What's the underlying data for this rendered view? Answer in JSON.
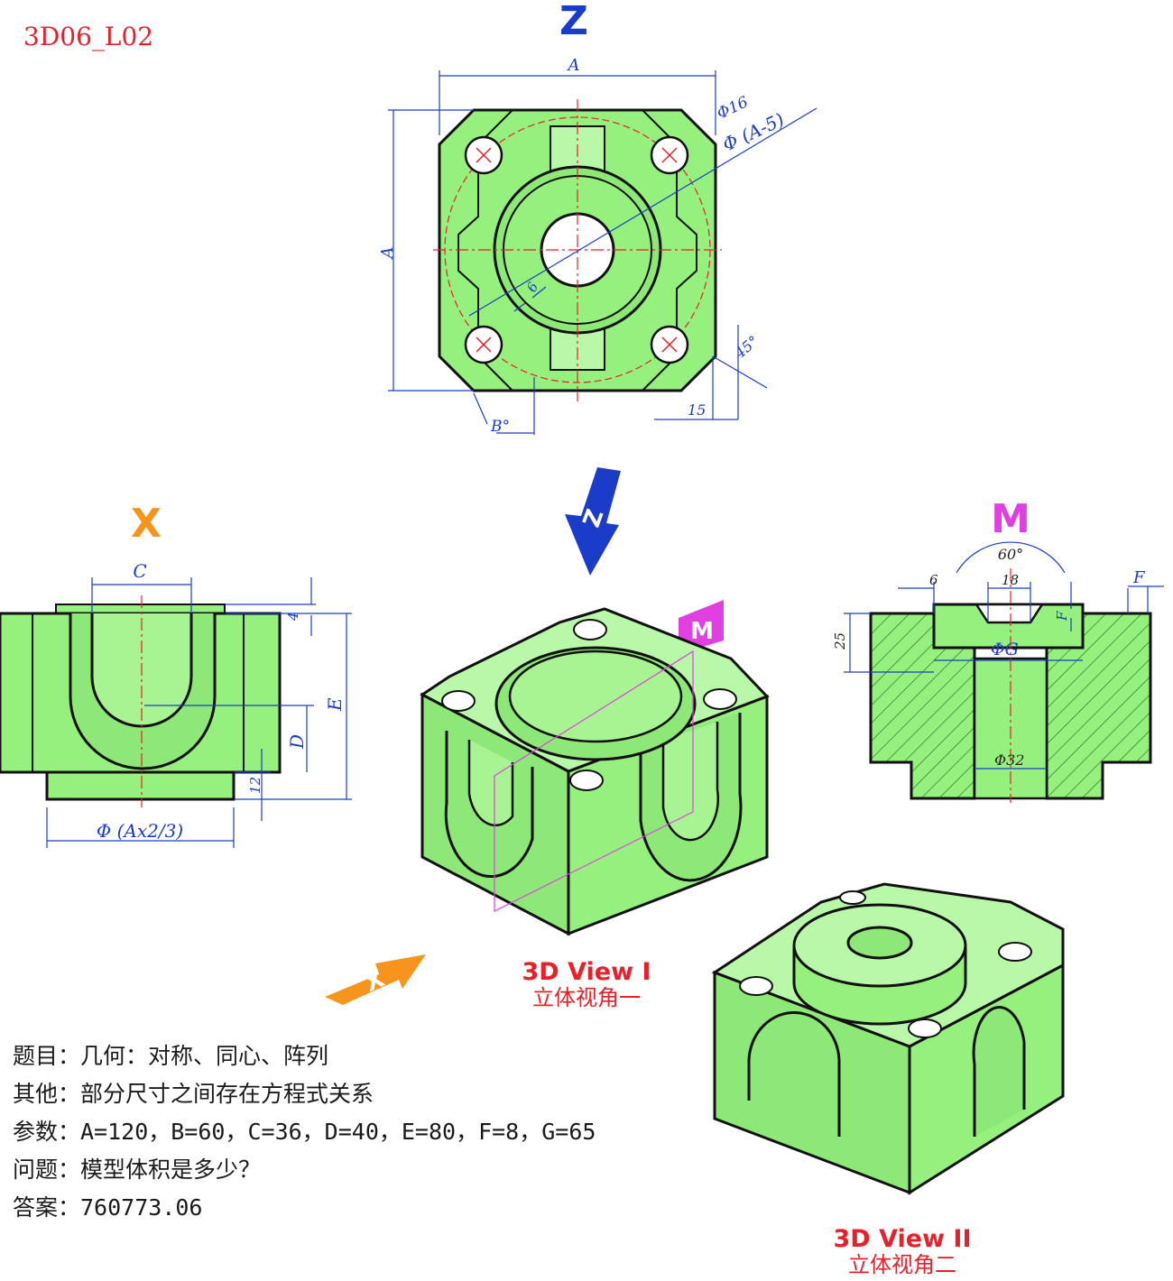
{
  "drawing_code": "3D06_L02",
  "view_labels": {
    "z": "Z",
    "x": "X",
    "m": "M"
  },
  "top_view_dims": {
    "a_top": "A",
    "a_left": "A",
    "phi16": "Φ16",
    "phi_a5": "Φ (A-5)",
    "six": "6",
    "angle45": "45°",
    "fifteen": "15",
    "b_angle": "B°"
  },
  "front_view_dims": {
    "c": "C",
    "four": "4",
    "e": "E",
    "d": "D",
    "twelve": "12",
    "phi_ax": "Φ (Ax2/3)"
  },
  "section_dims": {
    "angle60": "60°",
    "six": "6",
    "eighteen": "18",
    "f_top": "F",
    "f_side": "F",
    "twentyfive": "25",
    "phi_g": "ΦG",
    "phi32": "Φ32"
  },
  "captions": {
    "view1_en": "3D View I",
    "view1_cn": "立体视角一",
    "view2_en": "3D View II",
    "view2_cn": "立体视角二"
  },
  "problem": {
    "topic": "题目：几何：对称、同心、阵列",
    "other": "其他：部分尺寸之间存在方程式关系",
    "params": "参数：A=120，B=60，C=36，D=40，E=80，F=8，G=65",
    "question": "问题：模型体积是多少？",
    "answer": "答案：760773.06"
  },
  "colors": {
    "part_green": "#96f07d",
    "dim_blue": "#1a3cc8",
    "center_red": "#e8202a",
    "arrow_orange": "#f7941d",
    "magenta": "#e040e0"
  }
}
